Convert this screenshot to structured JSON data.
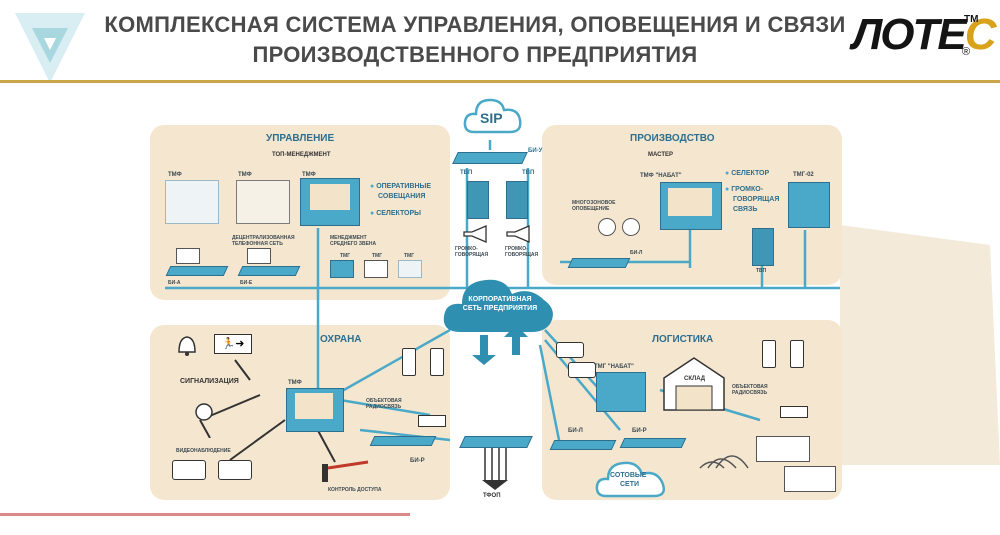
{
  "header": {
    "title_line1": "КОМПЛЕКСНАЯ СИСТЕМА УПРАВЛЕНИЯ, ОПОВЕЩЕНИЯ И СВЯЗИ",
    "title_line2": "ПРОИЗВОДСТВЕННОГО ПРЕДПРИЯТИЯ",
    "logo_main": "ЛОТЕ",
    "logo_accent": "С",
    "logo_tm": "TM",
    "logo_reg": "®"
  },
  "zones": {
    "management": {
      "title": "УПРАВЛЕНИЕ",
      "subtitle": "ТОП-МЕНЕДЖМЕНТ",
      "tmf1": "ТМФ",
      "tmf2": "ТМФ",
      "tmf3": "ТМФ",
      "bullet1": "ОПЕРАТИВНЫЕ",
      "bullet1b": "СОВЕЩАНИЯ",
      "bullet2": "СЕЛЕКТОРЫ",
      "decentral": "ДЕЦЕНТРАЛИЗОВАННАЯ ТЕЛЕФОННАЯ СЕТЬ",
      "middle": "МЕНЕДЖМЕНТ СРЕДНЕГО ЗВЕНА",
      "bia": "БИ-А",
      "bie": "БИ-Е",
      "tmg1": "ТМГ",
      "tmg2": "ТМГ",
      "tmg3": "ТМГ"
    },
    "production": {
      "title": "ПРОИЗВОДСТВО",
      "subtitle": "МАСТЕР",
      "tmf_nabat": "ТМФ \"НАБАТ\"",
      "tmg02": "ТМГ-02",
      "bullet1": "СЕЛЕКТОР",
      "bullet2a": "ГРОМКО-",
      "bullet2b": "ГОВОРЯЩАЯ",
      "bullet2c": "СВЯЗЬ",
      "notification": "МНОГОЗОНОВОЕ ОПОВЕЩЕНИЕ",
      "bil": "БИ-Л",
      "tvp": "ТВП"
    },
    "security": {
      "title": "ОХРАНА",
      "tmf": "ТМФ",
      "signal": "СИГНАЛИЗАЦИЯ",
      "video": "ВИДЕОНАБЛЮДЕНИЕ",
      "access": "КОНТРОЛЬ ДОСТУПА",
      "radio": "ОБЪЕКТОВАЯ РАДИОСВЯЗЬ",
      "bir": "БИ-Р"
    },
    "logistics": {
      "title": "ЛОГИСТИКА",
      "tmg_nabat": "ТМГ \"НАБАТ\"",
      "warehouse": "СКЛАД",
      "radio": "ОБЪЕКТОВАЯ РАДИОСВЯЗЬ",
      "bil": "БИ-Л",
      "bir": "БИ-Р",
      "cellular1": "СОТОВЫЕ",
      "cellular2": "СЕТИ"
    },
    "center": {
      "sip": "SIP",
      "biu": "БИ-У",
      "tvp1": "ТВП",
      "tvp2": "ТВП",
      "loud1": "ГРОМКО-ГОВОРЯЩАЯ",
      "loud2": "ГРОМКО-ГОВОРЯЩАЯ",
      "corp1": "КОРПОРАТИВНАЯ",
      "corp2": "СЕТЬ ПРЕДПРИЯТИЯ",
      "tfop": "ТФОП"
    }
  },
  "colors": {
    "zone_bg": "#f5e6cf",
    "line": "#4aa9c8",
    "accent_gold": "#c9a64a",
    "teal_dark": "#2e6f8e",
    "cloud": "#2f8fb0"
  }
}
